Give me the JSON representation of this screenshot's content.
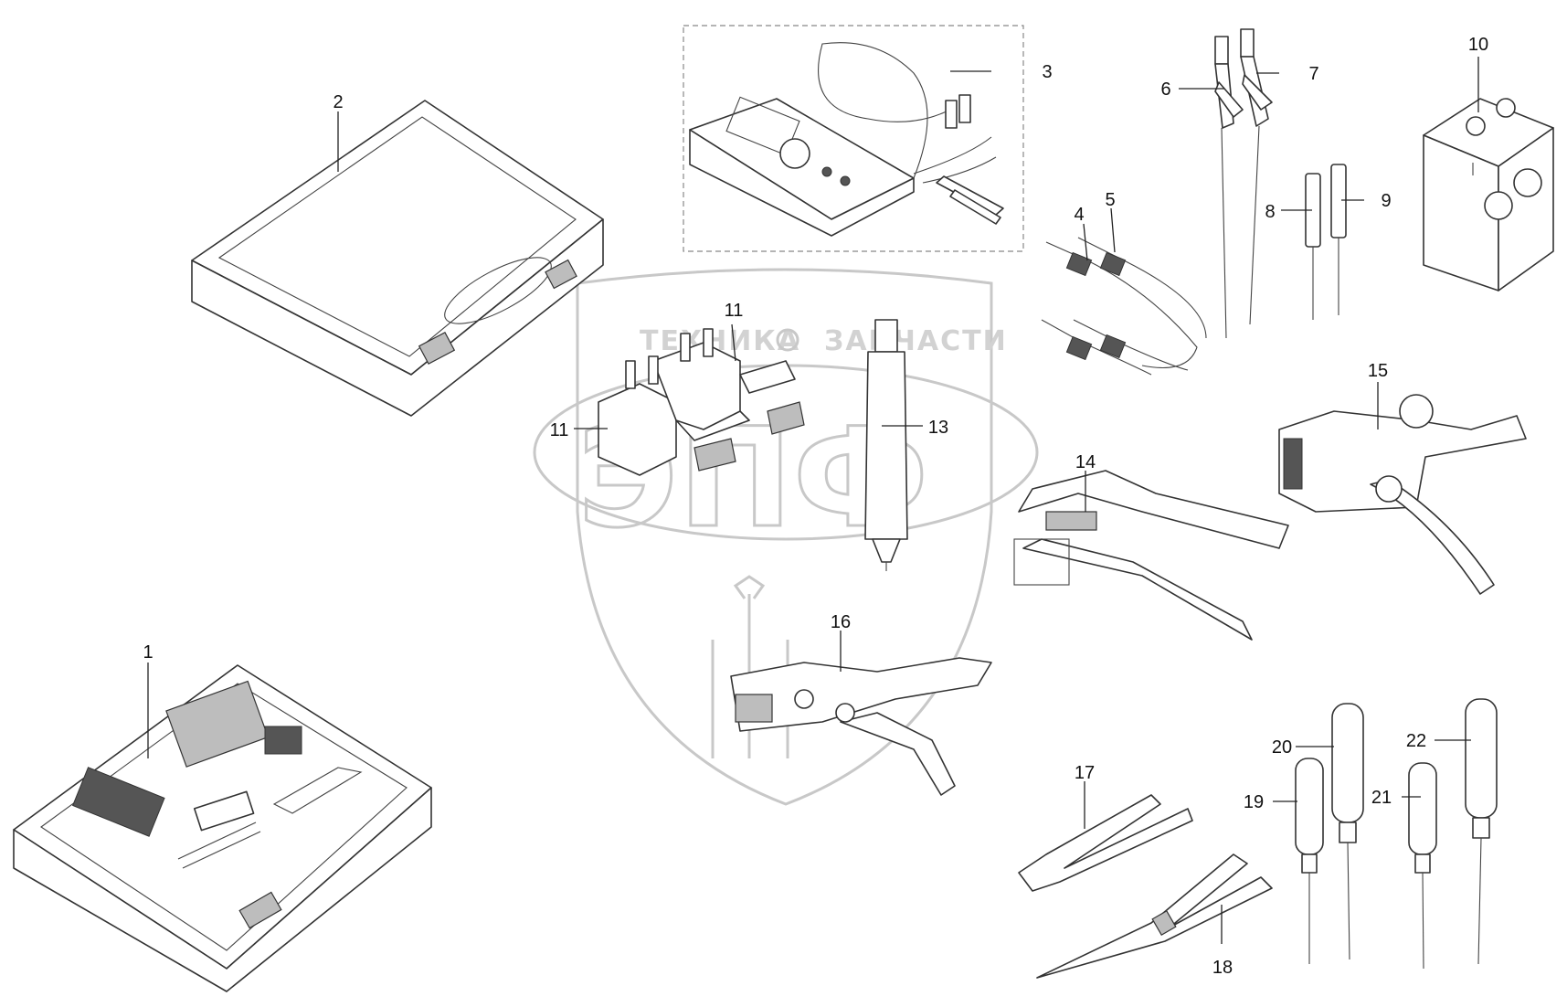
{
  "watermark": {
    "left_word": "ТЕХНИКА",
    "right_word": "ЗАПЧАСТИ",
    "monogram": "ЭПФ"
  },
  "callouts": [
    {
      "id": "1",
      "label": "1"
    },
    {
      "id": "2",
      "label": "2"
    },
    {
      "id": "3",
      "label": "3"
    },
    {
      "id": "4",
      "label": "4"
    },
    {
      "id": "5",
      "label": "5"
    },
    {
      "id": "6",
      "label": "6"
    },
    {
      "id": "7",
      "label": "7"
    },
    {
      "id": "8",
      "label": "8"
    },
    {
      "id": "9",
      "label": "9"
    },
    {
      "id": "10",
      "label": "10"
    },
    {
      "id": "11a",
      "label": "11"
    },
    {
      "id": "11b",
      "label": "11"
    },
    {
      "id": "13",
      "label": "13"
    },
    {
      "id": "14",
      "label": "14"
    },
    {
      "id": "15",
      "label": "15"
    },
    {
      "id": "16",
      "label": "16"
    },
    {
      "id": "17",
      "label": "17"
    },
    {
      "id": "18",
      "label": "18"
    },
    {
      "id": "19",
      "label": "19"
    },
    {
      "id": "20",
      "label": "20"
    },
    {
      "id": "21",
      "label": "21"
    },
    {
      "id": "22",
      "label": "22"
    }
  ]
}
